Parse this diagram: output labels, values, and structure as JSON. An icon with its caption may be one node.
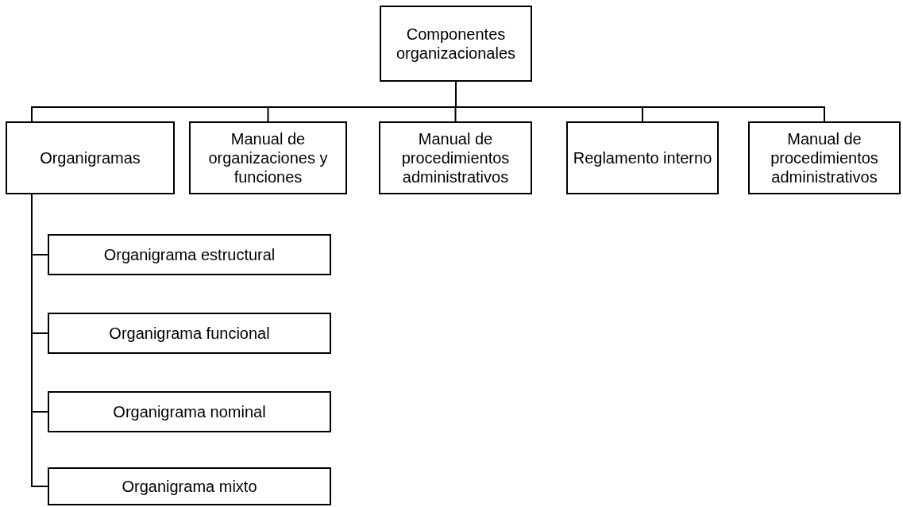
{
  "diagram": {
    "nodes": [
      {
        "text": [
          "Componentes organizacionales"
        ]
      },
      {
        "text": [
          "Organigramas"
        ]
      },
      {
        "text": [
          "Manual de organizaciones y funciones"
        ]
      },
      {
        "text": [
          "Manual de procedimientos administrativos"
        ]
      },
      {
        "text": [
          "Reglamento interno"
        ]
      },
      {
        "text": [
          "Manual de procedimientos administrativos"
        ]
      },
      {
        "text": [
          "Organigrama estructural"
        ]
      },
      {
        "text": [
          "Organigrama funcional"
        ]
      },
      {
        "text": [
          "Organigrama nominal"
        ]
      },
      {
        "text": [
          "Organigrama mixto"
        ]
      }
    ],
    "edges": [
      {
        "from": 0,
        "to": 1,
        "arrow": "none"
      },
      {
        "from": 0,
        "to": 2,
        "arrow": "none"
      },
      {
        "from": 0,
        "to": 3,
        "arrow": "none"
      },
      {
        "from": 0,
        "to": 4,
        "arrow": "none"
      },
      {
        "from": 0,
        "to": 5,
        "arrow": "none"
      },
      {
        "from": 1,
        "to": 6,
        "arrow": "none"
      },
      {
        "from": 1,
        "to": 7,
        "arrow": "none"
      },
      {
        "from": 1,
        "to": 8,
        "arrow": "none"
      },
      {
        "from": 1,
        "to": 9,
        "arrow": "none"
      }
    ]
  }
}
